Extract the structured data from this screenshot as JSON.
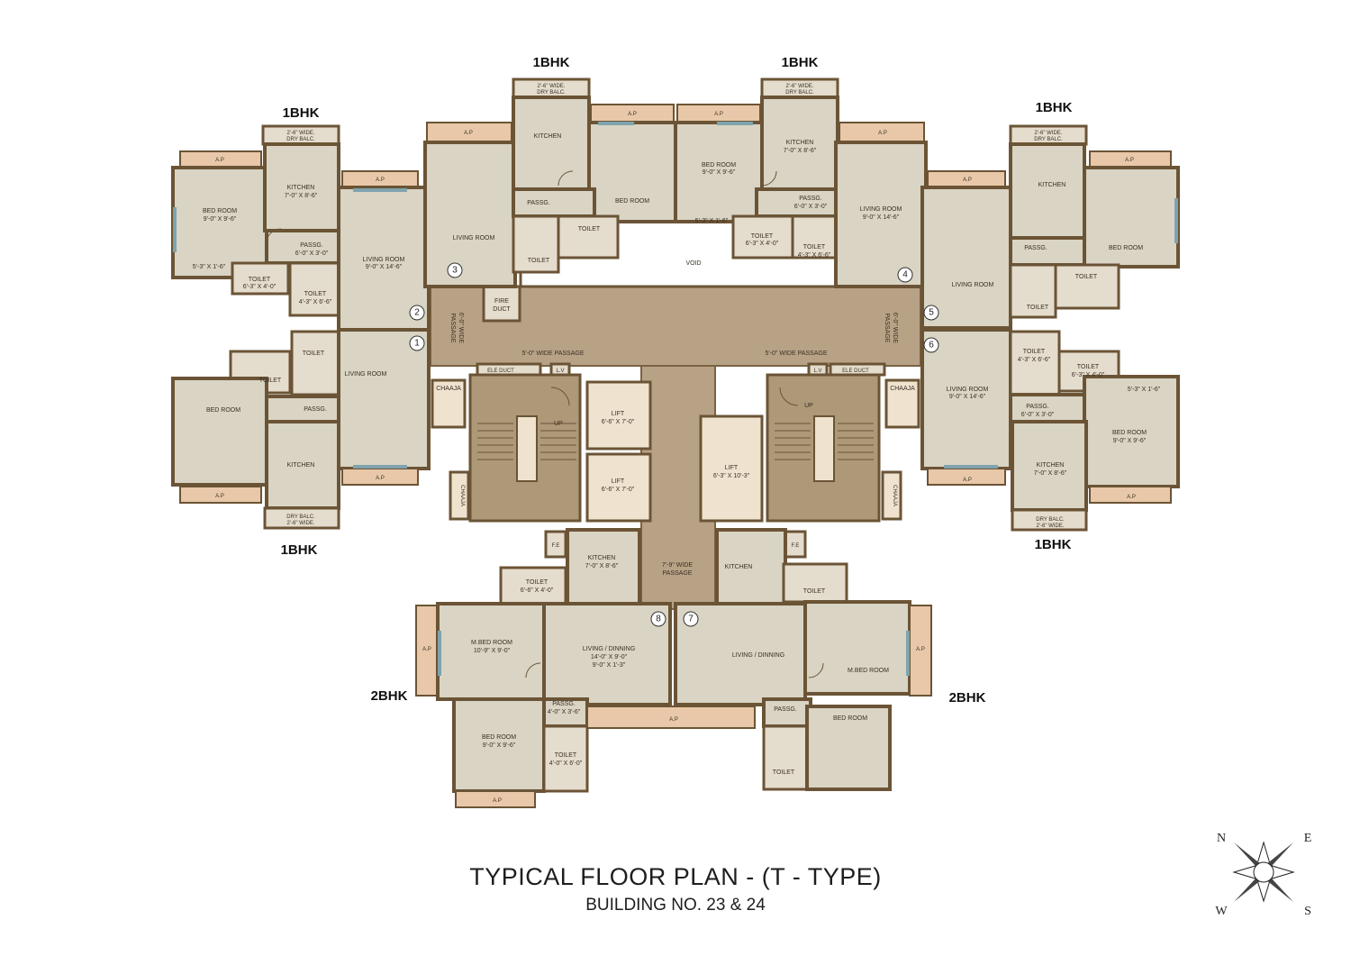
{
  "title": "TYPICAL FLOOR PLAN - (T - TYPE)",
  "subtitle": "BUILDING NO. 23 & 24",
  "unit_labels": {
    "top_left": "1BHK",
    "top_center_left": "1BHK",
    "top_center_right": "1BHK",
    "top_right": "1BHK",
    "bottom_left": "1BHK",
    "bottom_right": "1BHK",
    "twobhk_left": "2BHK",
    "twobhk_right": "2BHK"
  },
  "flat_numbers": [
    "1",
    "2",
    "3",
    "4",
    "5",
    "6",
    "7",
    "8"
  ],
  "rooms": {
    "bed_room": "BED ROOM",
    "bed_9x9_6": "9'-0\" X 9'-6\"",
    "bed_9x9_6_b": "9'-0\" X 9'-6\"",
    "living_room": "LIVING ROOM",
    "living_9x14_6": "9'-0\" X 14'-6\"",
    "kitchen": "KITCHEN",
    "kitchen_7x8_6": "7'-0\" X 8'-6\"",
    "toilet": "TOILET",
    "toilet_6_3x4": "6'-3\" X 4'-0\"",
    "toilet_4_3x6_6": "4'-3\" X 6'-6\"",
    "toilet_6_6x4": "6'-6\" X 4'-0\"",
    "toilet_4x6": "4'-0\" X 6'-0\"",
    "passg": "PASSG.",
    "passg_6x3": "6'-0\" X 3'-0\"",
    "passg_4x3_6": "4'-0\" X 3'-6\"",
    "dry_balc": "2'-6\" WIDE.",
    "dry_balc_2": "DRY BALC.",
    "dry_balc_bottom": "DRY BALC.",
    "dry_balc_bottom_2": "2'-6\" WIDE.",
    "ap": "A.P",
    "five_three": "5'-3\" X 1'-6\"",
    "mbed": "M.BED ROOM",
    "mbed_dim": "10'-9\" X 9'-0\"",
    "living_dinning": "LIVING / DINNING",
    "ld_dim1": "14'-0\" X 9'-0\"",
    "ld_dim2": "9'-0\" X 1'-3\""
  },
  "core": {
    "void": "VOID",
    "fire_duct_1": "FIRE",
    "fire_duct_2": "DUCT",
    "passage_6": "6'-0\" WIDE",
    "passage_6b": "PASSAGE",
    "passage_5": "5'-0\" WIDE PASSAGE",
    "passage_7_9": "7'-9\" WIDE",
    "passage_7_9b": "PASSAGE",
    "ele_duct": "ELE DUCT",
    "lv": "L.V",
    "chaaja": "CHAAJA",
    "up": "UP",
    "lift": "LIFT",
    "lift_6_6x7": "6'-6\" X 7'-0\"",
    "lift_6_3x10_3": "6'-3\" X 10'-3\"",
    "fe": "F.E"
  },
  "compass": {
    "n": "N",
    "e": "E",
    "s": "S",
    "w": "W"
  }
}
